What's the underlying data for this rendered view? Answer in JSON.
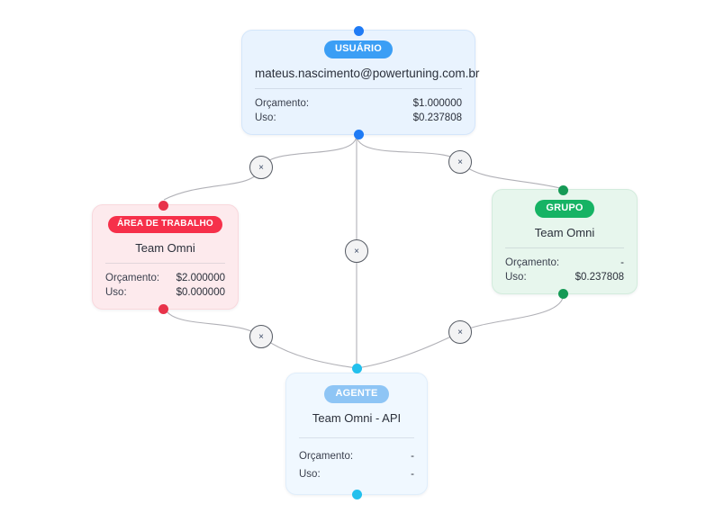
{
  "canvas": {
    "background": "#ffffff",
    "edge_color": "#b1b1b7"
  },
  "nodes": [
    {
      "id": "user",
      "badge": "USUÁRIO",
      "badge_color": "#3b9ef5",
      "handle_color": "#1f7bf5",
      "title": "mateus.nascimento@powertuning.com.br",
      "stats": [
        {
          "label": "Orçamento:",
          "value": "$1.000000"
        },
        {
          "label": "Uso:",
          "value": "$0.237808"
        }
      ]
    },
    {
      "id": "workspace",
      "badge": "ÁREA DE TRABALHO",
      "badge_color": "#f6304a",
      "handle_color": "#e8334a",
      "title": "Team Omni",
      "stats": [
        {
          "label": "Orçamento:",
          "value": "$2.000000"
        },
        {
          "label": "Uso:",
          "value": "$0.000000"
        }
      ]
    },
    {
      "id": "group",
      "badge": "GRUPO",
      "badge_color": "#16b364",
      "handle_color": "#169a56",
      "title": "Team Omni",
      "stats": [
        {
          "label": "Orçamento:",
          "value": "-"
        },
        {
          "label": "Uso:",
          "value": "$0.237808"
        }
      ]
    },
    {
      "id": "agent",
      "badge": "AGENTE",
      "badge_color": "#8ec5f5",
      "handle_color": "#22c0ed",
      "title": "Team Omni - API",
      "stats": [
        {
          "label": "Orçamento:",
          "value": "-"
        },
        {
          "label": "Uso:",
          "value": "-"
        }
      ]
    }
  ],
  "edge_buttons": [
    {
      "id": "user-workspace",
      "label": "×"
    },
    {
      "id": "user-group",
      "label": "×"
    },
    {
      "id": "user-agent",
      "label": "×"
    },
    {
      "id": "workspace-agent",
      "label": "×"
    },
    {
      "id": "group-agent",
      "label": "×"
    }
  ]
}
